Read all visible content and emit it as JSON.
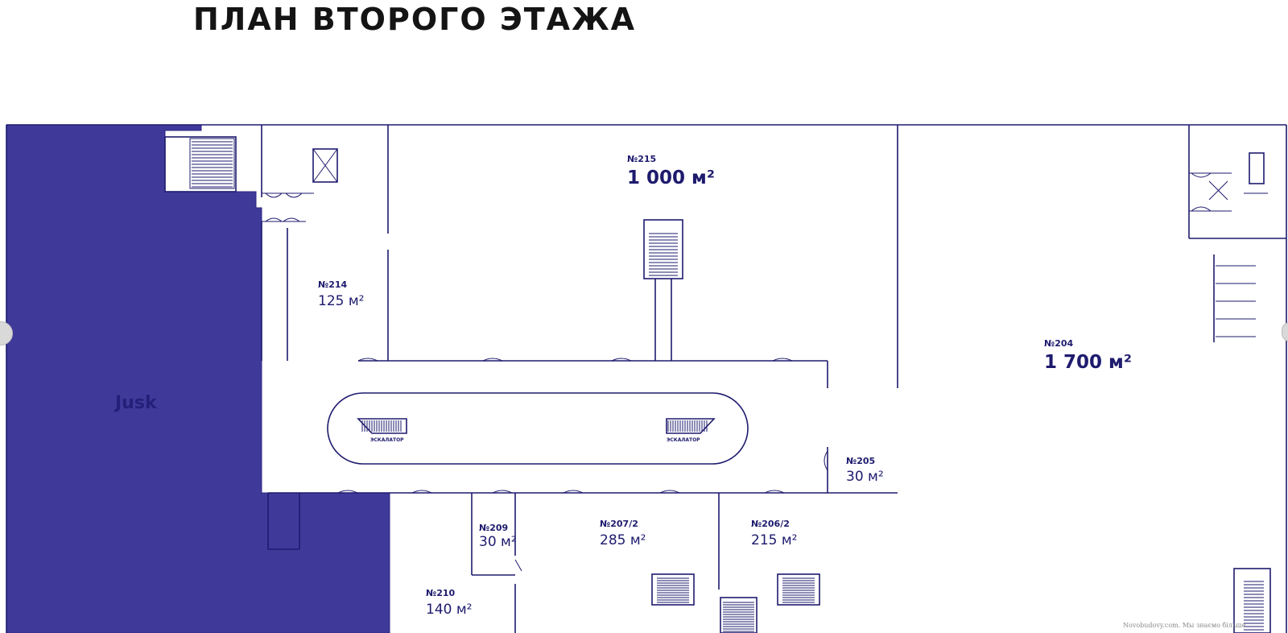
{
  "page": {
    "title": "ПЛАН ВТОРОГО ЭТАЖА",
    "watermark": "Novobudovy.com. Мы знаємо більше"
  },
  "colors": {
    "tenant_fill": "#3f3a9a",
    "line": "#1e1b6e",
    "text": "#1e1b6e"
  },
  "tenant": {
    "name": "Jusk"
  },
  "units": [
    {
      "id": "215",
      "number": "№215",
      "area": "1 000 м²"
    },
    {
      "id": "214",
      "number": "№214",
      "area": "125 м²"
    },
    {
      "id": "204",
      "number": "№204",
      "area": "1 700 м²"
    },
    {
      "id": "205",
      "number": "№205",
      "area": "30 м²"
    },
    {
      "id": "209",
      "number": "№209",
      "area": "30 м²"
    },
    {
      "id": "207-2",
      "number": "№207/2",
      "area": "285 м²"
    },
    {
      "id": "206-2",
      "number": "№206/2",
      "area": "215 м²"
    },
    {
      "id": "210",
      "number": "№210",
      "area": "140 м²"
    }
  ],
  "escalators": [
    {
      "label": "ЭСКАЛАТОР"
    },
    {
      "label": "ЭСКАЛАТОР"
    }
  ],
  "icons": {
    "nav_left": "carousel-prev-icon",
    "nav_right": "carousel-next-icon"
  }
}
